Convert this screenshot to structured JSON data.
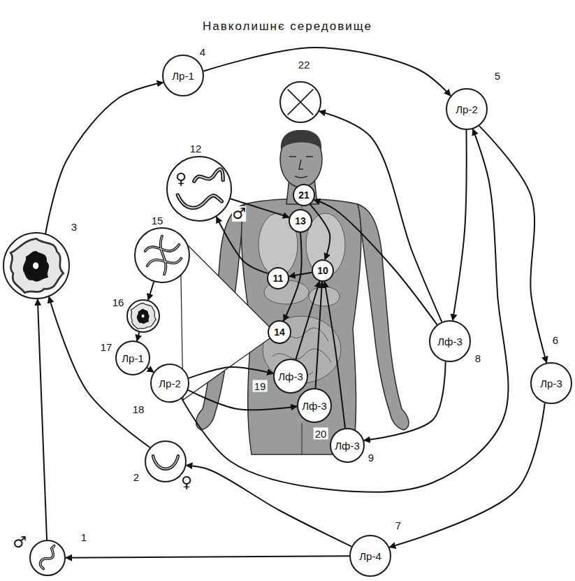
{
  "diagram": {
    "title": "Навколишнє середовище",
    "nodes": [
      {
        "text": [
          "1",
          "♂"
        ]
      },
      {
        "text": [
          "2",
          "♀"
        ]
      },
      {
        "text": [
          "3"
        ]
      },
      {
        "text": [
          "4",
          "Лр-1"
        ]
      },
      {
        "text": [
          "5",
          "Лр-2"
        ]
      },
      {
        "text": [
          "6",
          "Лр-3"
        ]
      },
      {
        "text": [
          "7",
          "Лр-4"
        ]
      },
      {
        "text": [
          "8",
          "Лф-3"
        ]
      },
      {
        "text": [
          "9",
          "Лф-3"
        ]
      },
      {
        "text": [
          "10"
        ]
      },
      {
        "text": [
          "11"
        ]
      },
      {
        "text": [
          "12",
          "♀",
          "♂"
        ]
      },
      {
        "text": [
          "13"
        ]
      },
      {
        "text": [
          "14"
        ]
      },
      {
        "text": [
          "15"
        ]
      },
      {
        "text": [
          "16"
        ]
      },
      {
        "text": [
          "17",
          "Лр-1"
        ]
      },
      {
        "text": [
          "18",
          "Лр-2"
        ]
      },
      {
        "text": [
          "19",
          "Лф-3"
        ]
      },
      {
        "text": [
          "20",
          "Лф-3"
        ]
      },
      {
        "text": [
          "21"
        ]
      },
      {
        "text": [
          "22"
        ]
      }
    ],
    "edges": [
      {
        "from": 0,
        "to": 2,
        "arrow": "to"
      },
      {
        "from": 1,
        "to": 2,
        "arrow": "to"
      },
      {
        "from": 2,
        "to": 3,
        "arrow": "to"
      },
      {
        "from": 3,
        "to": 4,
        "arrow": "to"
      },
      {
        "from": 4,
        "to": 7,
        "arrow": "to"
      },
      {
        "from": 4,
        "to": 5,
        "arrow": "to"
      },
      {
        "from": 5,
        "to": 6,
        "arrow": "to"
      },
      {
        "from": 6,
        "to": 1,
        "arrow": "to"
      },
      {
        "from": 6,
        "to": 0,
        "arrow": "to"
      },
      {
        "from": 17,
        "to": 4,
        "arrow": "to"
      },
      {
        "from": 7,
        "to": 21,
        "arrow": "to"
      },
      {
        "from": 7,
        "to": 20,
        "arrow": "to"
      },
      {
        "from": 7,
        "to": 8,
        "arrow": "to"
      },
      {
        "from": 8,
        "to": 9,
        "arrow": "to"
      },
      {
        "from": 18,
        "to": 9,
        "arrow": "to"
      },
      {
        "from": 19,
        "to": 9,
        "arrow": "to"
      },
      {
        "from": 20,
        "to": 9,
        "arrow": "to"
      },
      {
        "from": 9,
        "to": 10,
        "arrow": "to"
      },
      {
        "from": 10,
        "to": 11,
        "arrow": "to"
      },
      {
        "from": 11,
        "to": 12,
        "arrow": "to"
      },
      {
        "from": 12,
        "to": 13,
        "arrow": "to"
      },
      {
        "from": 14,
        "to": 15,
        "arrow": "to"
      },
      {
        "from": 15,
        "to": 16,
        "arrow": "to"
      },
      {
        "from": 16,
        "to": 17,
        "arrow": "to"
      },
      {
        "from": 17,
        "to": 18,
        "arrow": "to"
      },
      {
        "from": 17,
        "to": 19,
        "arrow": "to"
      }
    ]
  }
}
